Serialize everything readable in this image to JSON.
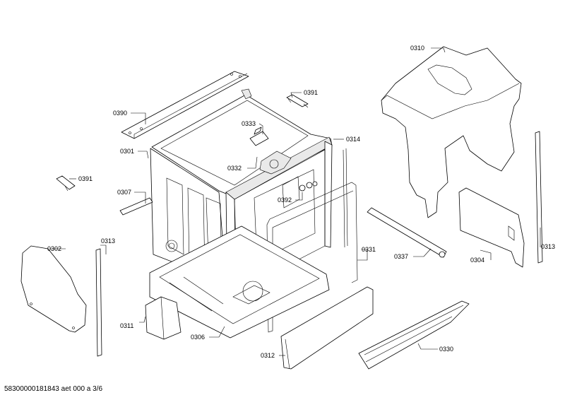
{
  "parts": {
    "p0310": "0310",
    "p0391a": "0391",
    "p0390": "0390",
    "p0333": "0333",
    "p0314": "0314",
    "p0301": "0301",
    "p0332": "0332",
    "p0391b": "0391",
    "p0307": "0307",
    "p0392": "0392",
    "p0313a": "0313",
    "p0302": "0302",
    "p0331": "0331",
    "p0337": "0337",
    "p0304": "0304",
    "p0313b": "0313",
    "p0311": "0311",
    "p0306": "0306",
    "p0312": "0312",
    "p0330": "0330"
  },
  "footer": "58300000181843 aet 000 a 3/6"
}
